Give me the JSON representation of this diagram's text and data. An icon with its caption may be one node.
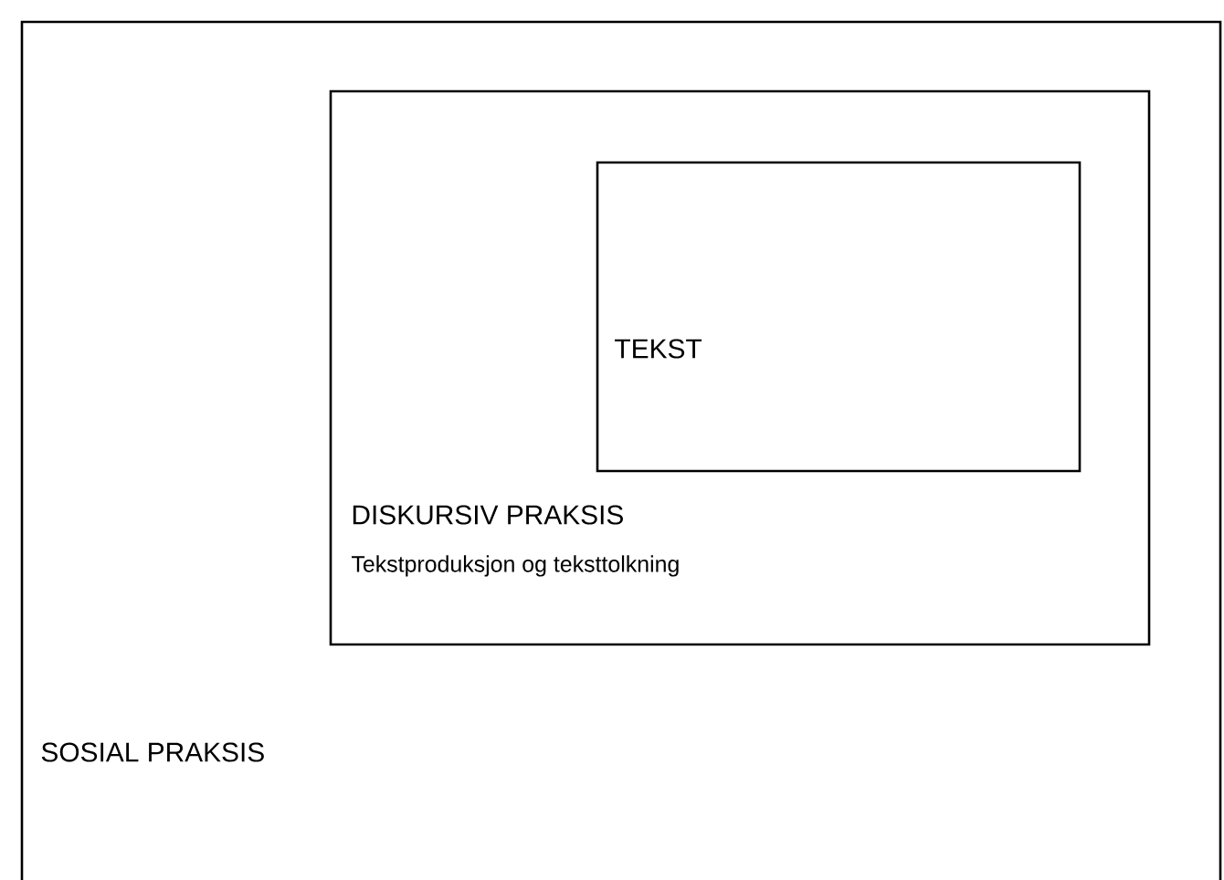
{
  "diagram": {
    "nodes": [
      {
        "text": [
          "SOSIAL PRAKSIS"
        ]
      },
      {
        "text": [
          "DISKURSIV PRAKSIS",
          "Tekstproduksjon og teksttolkning"
        ],
        "in": 0
      },
      {
        "text": [
          "TEKST"
        ],
        "in": 1
      }
    ]
  }
}
